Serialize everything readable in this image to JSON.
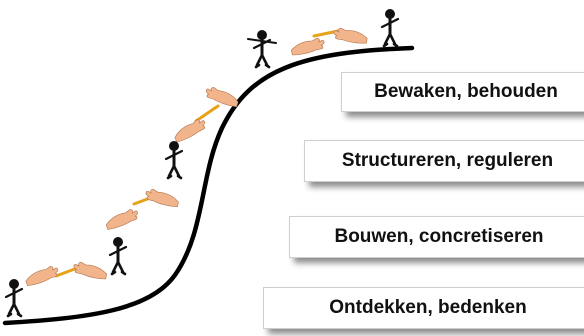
{
  "phases": [
    {
      "label": "Bewaken, behouden"
    },
    {
      "label": "Structureren, reguleren"
    },
    {
      "label": "Bouwen, concretiseren"
    },
    {
      "label": "Ontdekken, bedenken"
    }
  ],
  "colors": {
    "curve": "#000000",
    "figure": "#111111",
    "skin": "#f2b48a",
    "baton": "#e8a21a",
    "box_border": "#cfcfcf"
  },
  "icons": [
    "stick-figure-icon",
    "baton-hand-icon"
  ]
}
